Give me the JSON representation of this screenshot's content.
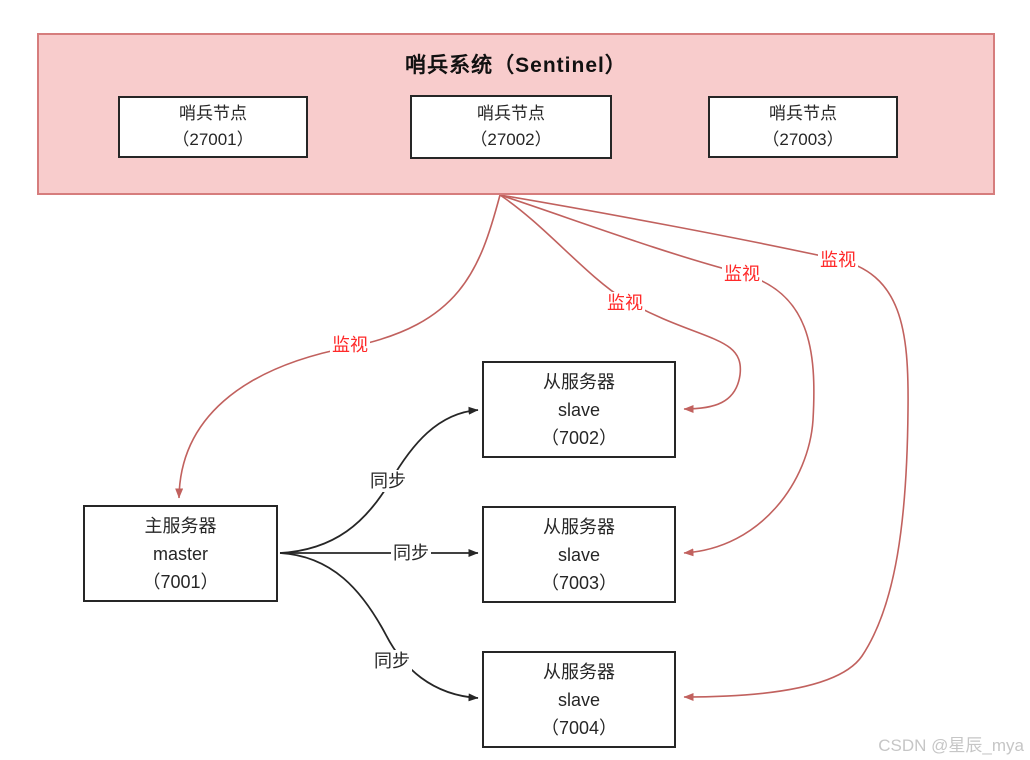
{
  "diagram": {
    "sentinel_panel": {
      "title": "哨兵系统（Sentinel）",
      "nodes": [
        {
          "line1": "哨兵节点",
          "line2": "（27001）"
        },
        {
          "line1": "哨兵节点",
          "line2": "（27002）"
        },
        {
          "line1": "哨兵节点",
          "line2": "（27003）"
        }
      ]
    },
    "master": {
      "line1": "主服务器",
      "line2": "master",
      "line3": "（7001）"
    },
    "slaves": [
      {
        "line1": "从服务器",
        "line2": "slave",
        "line3": "（7002）"
      },
      {
        "line1": "从服务器",
        "line2": "slave",
        "line3": "（7003）"
      },
      {
        "line1": "从服务器",
        "line2": "slave",
        "line3": "（7004）"
      }
    ],
    "labels": {
      "monitor": "监视",
      "sync": "同步"
    },
    "edges": [
      {
        "from": "sentinel-system",
        "to": "master-7001",
        "label": "监视"
      },
      {
        "from": "sentinel-system",
        "to": "slave-7002",
        "label": "监视"
      },
      {
        "from": "sentinel-system",
        "to": "slave-7003",
        "label": "监视"
      },
      {
        "from": "sentinel-system",
        "to": "slave-7004",
        "label": "监视"
      },
      {
        "from": "master-7001",
        "to": "slave-7002",
        "label": "同步"
      },
      {
        "from": "master-7001",
        "to": "slave-7003",
        "label": "同步"
      },
      {
        "from": "master-7001",
        "to": "slave-7004",
        "label": "同步"
      }
    ],
    "colors": {
      "panel_fill": "#f8cccc",
      "panel_border": "#d67d7d",
      "monitor_line": "#c1615e",
      "monitor_label": "#ff2a2a",
      "sync_line": "#262626",
      "box_border": "#262626",
      "text": "#262626",
      "watermark": "#c6c6c6"
    },
    "watermark": "CSDN @星辰_mya"
  }
}
